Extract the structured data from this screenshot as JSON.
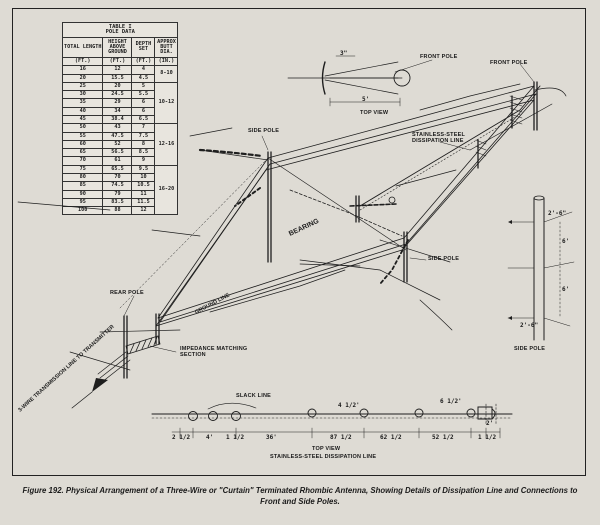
{
  "table": {
    "caption_line1": "TABLE I",
    "caption_line2": "POLE DATA",
    "headers": [
      "TOTAL LENGTH",
      "HEIGHT ABOVE GROUND",
      "DEPTH SET",
      "APPROX BUTT DIA."
    ],
    "units": [
      "(FT.)",
      "(FT.)",
      "(FT.)",
      "(IN.)"
    ],
    "rows": [
      [
        "16",
        "12",
        "4"
      ],
      [
        "20",
        "15.5",
        "4.5"
      ],
      [
        "25",
        "20",
        "5"
      ],
      [
        "30",
        "24.5",
        "5.5"
      ],
      [
        "35",
        "29",
        "6"
      ],
      [
        "40",
        "34",
        "6"
      ],
      [
        "45",
        "38.4",
        "6.5"
      ],
      [
        "50",
        "43",
        "7"
      ],
      [
        "55",
        "47.5",
        "7.5"
      ],
      [
        "60",
        "52",
        "8"
      ],
      [
        "65",
        "56.5",
        "8.5"
      ],
      [
        "70",
        "61",
        "9"
      ],
      [
        "75",
        "65.5",
        "9.5"
      ],
      [
        "80",
        "70",
        "10"
      ],
      [
        "85",
        "74.5",
        "10.5"
      ],
      [
        "90",
        "79",
        "11"
      ],
      [
        "95",
        "83.5",
        "11.5"
      ],
      [
        "100",
        "88",
        "12"
      ]
    ],
    "butt_groups": [
      {
        "label": "8-10",
        "rows": 2
      },
      {
        "label": "10-12",
        "rows": 5
      },
      {
        "label": "12-16",
        "rows": 5
      },
      {
        "label": "16-20",
        "rows": 6
      }
    ]
  },
  "labels": {
    "front_pole_top": "FRONT POLE",
    "top_view": "TOP VIEW",
    "front_pole_main": "FRONT POLE",
    "side_pole_upper": "SIDE POLE",
    "dissipation_line": "STAINLESS-STEEL DISSIPATION LINE",
    "bearing": "BEARING",
    "side_pole_lower": "SIDE POLE",
    "rear_pole": "REAR POLE",
    "ground_line": "GROUND LINE",
    "impedance_section": "IMPEDANCE MATCHING SECTION",
    "transmission_line": "3-WIRE TRANSMISSION LINE TO TRANSMITTER",
    "side_pole_detail": "SIDE POLE",
    "slack_line": "SLACK LINE",
    "bottom_title_1": "TOP VIEW",
    "bottom_title_2": "STAINLESS-STEEL DISSIPATION LINE"
  },
  "dimensions": {
    "top_view_angle": "3\"",
    "top_view_span": "5'",
    "detail_upper": "2'-6\"",
    "detail_mid1": "6'",
    "detail_mid2": "6'",
    "detail_lower": "2'-6\"",
    "seg1": "2 1/2",
    "seg2": "4'",
    "seg3": "1 1/2",
    "seg4": "36'",
    "seg5": "87 1/2",
    "seg6": "62 1/2",
    "seg7": "52 1/2",
    "seg8": "1 1/2",
    "small1": "4 1/2'",
    "small2": "6 1/2'",
    "small3": "2'"
  },
  "caption": {
    "text": "Figure 192.  Physical Arrangement of a Three-Wire or \"Curtain\" Terminated Rhombic Antenna, Showing Details of Dissipation Line and Connections to Front and Side Poles."
  }
}
